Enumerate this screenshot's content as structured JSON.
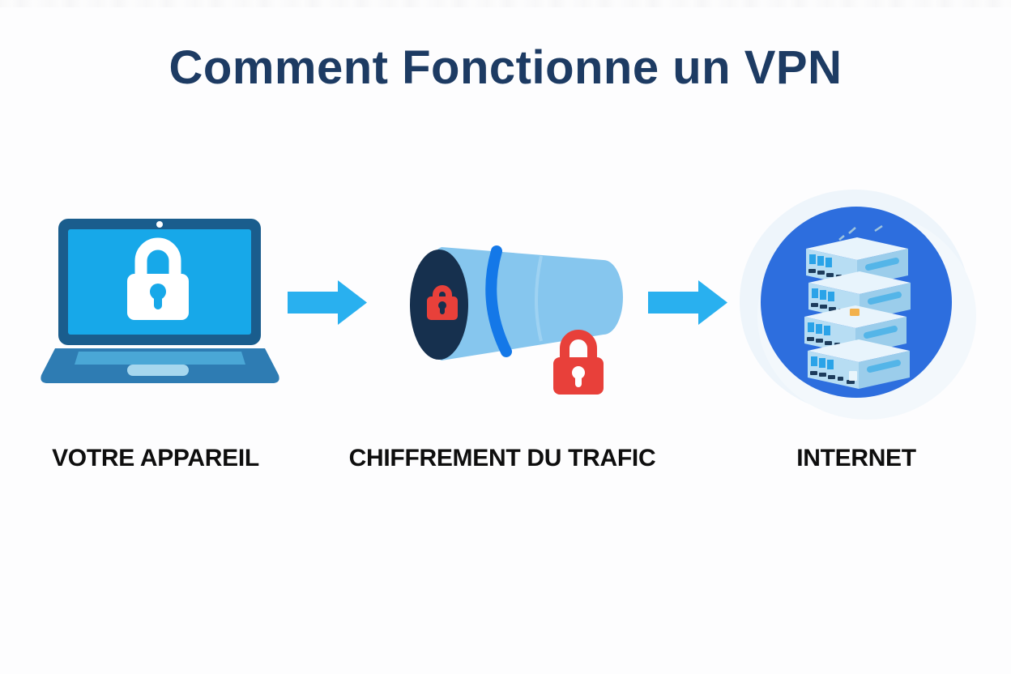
{
  "title": "Comment Fonctionne un VPN",
  "steps": [
    {
      "id": "device",
      "label": "VOTRE APPAREIL",
      "icon": "laptop-lock-icon"
    },
    {
      "id": "encryption",
      "label": "CHIFFREMENT DU TRAFIC",
      "icon": "vpn-tunnel-icon"
    },
    {
      "id": "internet",
      "label": "INTERNET",
      "icon": "server-stack-icon"
    }
  ],
  "connectors": [
    {
      "icon": "arrow-right-icon"
    },
    {
      "icon": "arrow-right-icon"
    }
  ],
  "colors": {
    "background": "#fdfdfe",
    "title_text": "#1d3b63",
    "label_text": "#0e0e0e",
    "arrow": "#29b0ef",
    "laptop_frame": "#1a5d8d",
    "laptop_screen": "#17a8e9",
    "laptop_base": "#2e7cb3",
    "laptop_keyboard": "#4aa7d6",
    "tunnel_body": "#86c6ee",
    "tunnel_opening": "#16304e",
    "tunnel_ring": "#1478e8",
    "lock_red": "#e8403a",
    "internet_circle": "#2d6ede",
    "internet_halo": "#ecf4fb",
    "server_front": "#b7ddf3",
    "server_side": "#9bcdeb",
    "server_top": "#e8f4fc",
    "server_port_blue": "#2aa3e8",
    "server_chip_dark": "#1d3c5c",
    "server_chip_yellow": "#f2b14d"
  }
}
